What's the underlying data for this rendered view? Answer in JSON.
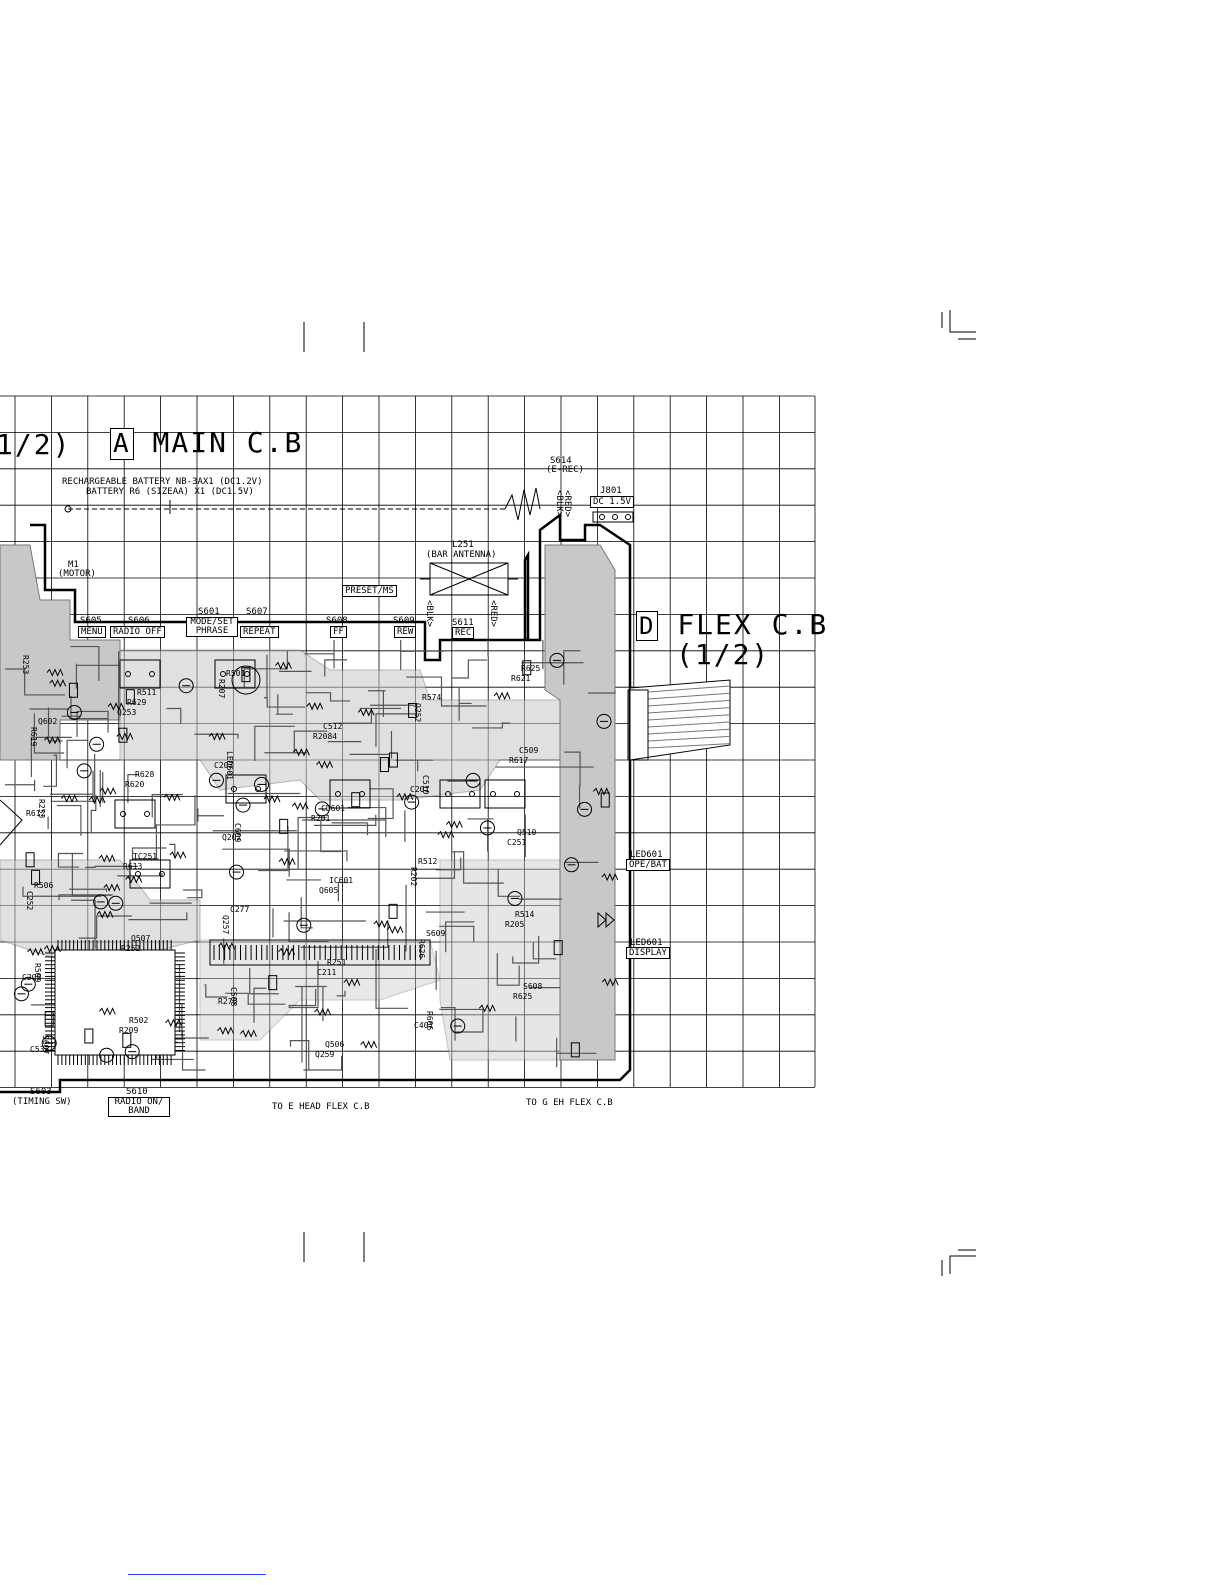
{
  "title_left_partial": "1/2)",
  "main_board": {
    "letter": "A",
    "name": "MAIN C.B"
  },
  "flex_board": {
    "letter": "D",
    "name": "FLEX C.B",
    "part": "(1/2)"
  },
  "battery": {
    "line1": "RECHARGEABLE BATTERY NB-3AX1 (DC1.2V)",
    "line2": "BATTERY R6 (SIZEAA) X1 (DC1.5V)"
  },
  "switches": [
    {
      "ref": "S605",
      "label": "MENU"
    },
    {
      "ref": "S606",
      "label": "RADIO OFF"
    },
    {
      "ref": "S601",
      "label": "MODE/SET PHRASE"
    },
    {
      "ref": "S607",
      "label": "REPEAT"
    },
    {
      "ref": "S608",
      "label": "FF"
    },
    {
      "ref": "S609",
      "label": "REW"
    },
    {
      "ref": "S611",
      "label": "REC"
    },
    {
      "ref": "S614",
      "label": "(E-REC)"
    },
    {
      "ref": "S603",
      "label": "(TIMING SW)"
    },
    {
      "ref": "S610",
      "label": "RADIO ON/ BAND"
    }
  ],
  "jack": {
    "ref": "J801",
    "label": "DC 1.5V"
  },
  "antenna": {
    "ref": "L251",
    "label": "(BAR ANTENNA)"
  },
  "preset": "PRESET/MS",
  "motor": {
    "ref": "M1",
    "label": "(MOTOR)"
  },
  "leds": [
    {
      "ref": "LED601",
      "label": "OPE/BAT"
    },
    {
      "ref": "LED601",
      "label": "DISPLAY"
    }
  ],
  "connectors": [
    {
      "text": "TO E HEAD FLEX C.B"
    },
    {
      "text": "TO G EH FLEX C.B"
    }
  ],
  "wire_tags": [
    "<BLK>",
    "<RED>",
    "<RED>",
    "<BLK>"
  ],
  "component_refs": [
    "R253",
    "Q253",
    "C203",
    "R201",
    "R202",
    "R205",
    "C209",
    "R209",
    "R207",
    "R2084",
    "C201",
    "C251",
    "C252",
    "R252",
    "R270",
    "Q259",
    "Q252",
    "R617",
    "R612",
    "R613",
    "Q257",
    "C211",
    "C401",
    "R621",
    "R619",
    "R620",
    "Q202",
    "Q605",
    "R626",
    "R625",
    "C533",
    "R629",
    "LED601",
    "CD601",
    "R512",
    "R514",
    "R509",
    "R502",
    "R501",
    "C512",
    "C510",
    "Q510",
    "R506",
    "Q507",
    "C508",
    "Q506",
    "R574",
    "C509",
    "R253",
    "TC251",
    "C277",
    "R251",
    "R606",
    "R625",
    "Q602",
    "R628",
    "C609",
    "IC601",
    "S609",
    "S608",
    "S607",
    "R511"
  ]
}
